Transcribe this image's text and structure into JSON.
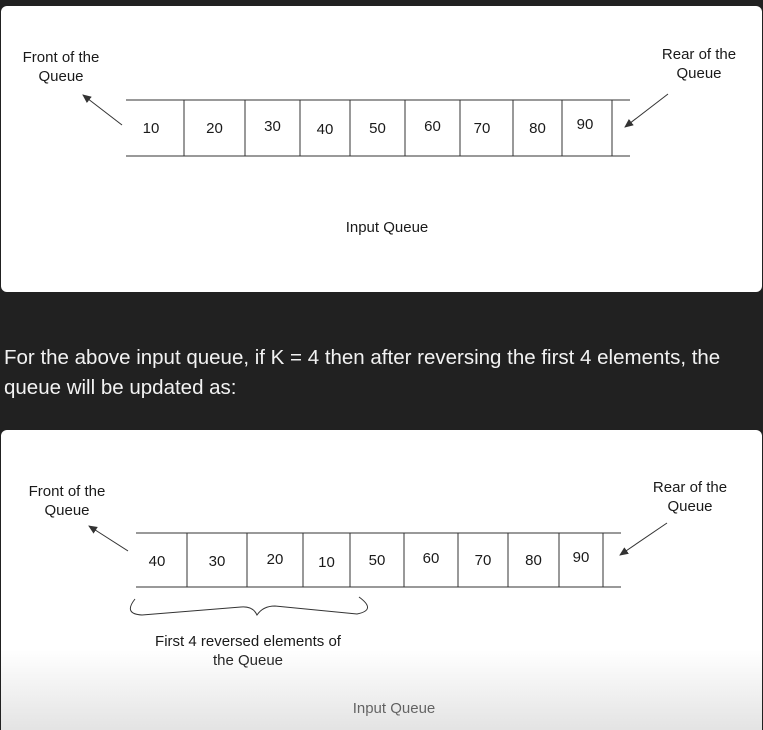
{
  "top_panel": {
    "front_label": [
      "Front of the",
      "Queue"
    ],
    "rear_label": [
      "Rear of the",
      "Queue"
    ],
    "values": [
      "10",
      "20",
      "30",
      "40",
      "50",
      "60",
      "70",
      "80",
      "90"
    ],
    "caption": "Input Queue"
  },
  "explanation": "For the above input queue, if K = 4 then after reversing the first 4 elements, the queue will be updated as:",
  "bottom_panel": {
    "front_label": [
      "Front of the",
      "Queue"
    ],
    "rear_label": [
      "Rear of the",
      "Queue"
    ],
    "values": [
      "40",
      "30",
      "20",
      "10",
      "50",
      "60",
      "70",
      "80",
      "90"
    ],
    "brace_label": [
      "First 4 reversed elements of",
      "the Queue"
    ],
    "caption": "Input Queue"
  }
}
